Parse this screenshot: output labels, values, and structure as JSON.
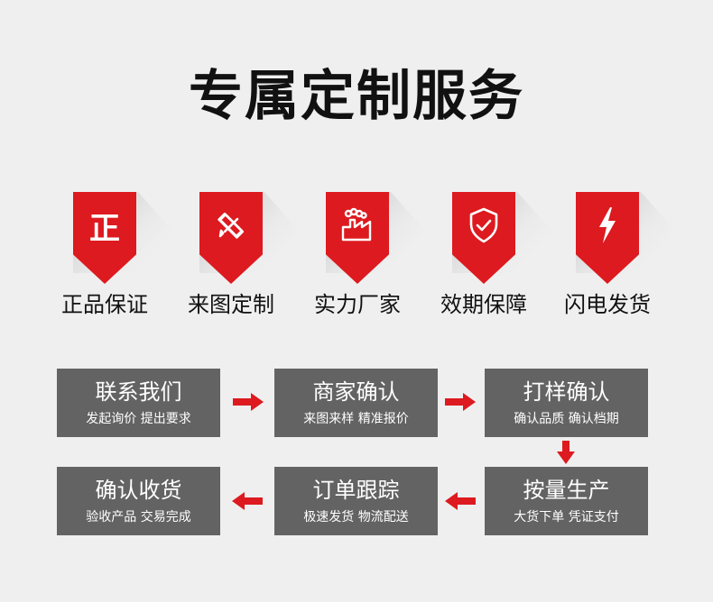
{
  "title": "专属定制服务",
  "badges": [
    {
      "icon_text": "正",
      "icon": "zheng-character-icon",
      "label": "正品保证"
    },
    {
      "icon": "pencil-ruler-icon",
      "label": "来图定制"
    },
    {
      "icon": "factory-icon",
      "label": "实力厂家"
    },
    {
      "icon": "shield-check-icon",
      "label": "效期保障"
    },
    {
      "icon": "lightning-icon",
      "label": "闪电发货"
    }
  ],
  "steps": [
    {
      "title": "联系我们",
      "subtitle": "发起询价 提出要求"
    },
    {
      "title": "商家确认",
      "subtitle": "来图来样 精准报价"
    },
    {
      "title": "打样确认",
      "subtitle": "确认品质 确认档期"
    },
    {
      "title": "按量生产",
      "subtitle": "大货下单 凭证支付"
    },
    {
      "title": "订单跟踪",
      "subtitle": "极速发货 物流配送"
    },
    {
      "title": "确认收货",
      "subtitle": "验收产品 交易完成"
    }
  ],
  "colors": {
    "accent": "#dd1a1f",
    "step_bg": "#636363",
    "background": "#efefef"
  }
}
